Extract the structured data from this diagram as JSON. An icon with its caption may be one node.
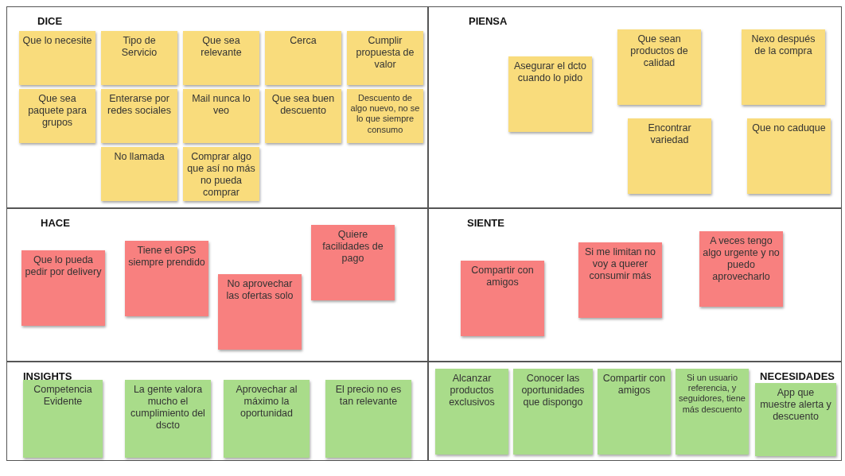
{
  "diagram": {
    "nodes": [
      {
        "text": [
          "DICE"
        ]
      },
      {
        "text": [
          "Que lo necesite"
        ],
        "in": 0
      },
      {
        "text": [
          "Tipo de Servicio"
        ],
        "in": 0
      },
      {
        "text": [
          "Que sea relevante"
        ],
        "in": 0
      },
      {
        "text": [
          "Cerca"
        ],
        "in": 0
      },
      {
        "text": [
          "Cumplir propuesta de valor"
        ],
        "in": 0
      },
      {
        "text": [
          "Que sea paquete para grupos"
        ],
        "in": 0
      },
      {
        "text": [
          "Enterarse por redes sociales"
        ],
        "in": 0
      },
      {
        "text": [
          "Mail nunca lo veo"
        ],
        "in": 0
      },
      {
        "text": [
          "Que sea buen descuento"
        ],
        "in": 0
      },
      {
        "text": [
          "Descuento de algo nuevo, no se lo que siempre consumo"
        ],
        "in": 0
      },
      {
        "text": [
          "No llamada"
        ],
        "in": 0
      },
      {
        "text": [
          "Comprar algo que así no más no pueda comprar"
        ],
        "in": 0
      },
      {
        "text": [
          "PIENSA"
        ]
      },
      {
        "text": [
          "Asegurar el dcto cuando lo pido"
        ],
        "in": 13
      },
      {
        "text": [
          "Que sean productos de calidad"
        ],
        "in": 13
      },
      {
        "text": [
          "Nexo después de la compra"
        ],
        "in": 13
      },
      {
        "text": [
          "Encontrar variedad"
        ],
        "in": 13
      },
      {
        "text": [
          "Que no caduque"
        ],
        "in": 13
      },
      {
        "text": [
          "HACE"
        ]
      },
      {
        "text": [
          "Que lo pueda pedir por delivery"
        ],
        "in": 19
      },
      {
        "text": [
          "Tiene el GPS siempre prendido"
        ],
        "in": 19
      },
      {
        "text": [
          "No aprovechar las ofertas solo"
        ],
        "in": 19
      },
      {
        "text": [
          "Quiere facilidades de pago"
        ],
        "in": 19
      },
      {
        "text": [
          "SIENTE"
        ]
      },
      {
        "text": [
          "Compartir con amigos"
        ],
        "in": 24
      },
      {
        "text": [
          "Si me limitan no voy a querer consumir más"
        ],
        "in": 24
      },
      {
        "text": [
          "A veces tengo algo urgente y no puedo aprovecharlo"
        ],
        "in": 24
      },
      {
        "text": [
          "INSIGHTS"
        ]
      },
      {
        "text": [
          "Competencia Evidente"
        ],
        "in": 28
      },
      {
        "text": [
          "La gente valora mucho el cumplimiento del dscto"
        ],
        "in": 28
      },
      {
        "text": [
          "Aprovechar al máximo la oportunidad"
        ],
        "in": 28
      },
      {
        "text": [
          "El precio no es tan relevante"
        ],
        "in": 28
      },
      {
        "text": [
          "NECESIDADES"
        ]
      },
      {
        "text": [
          "Alcanzar productos exclusivos"
        ],
        "in": 33
      },
      {
        "text": [
          "Conocer las oportunidades que dispongo"
        ],
        "in": 33
      },
      {
        "text": [
          "Compartir con amigos"
        ],
        "in": 33
      },
      {
        "text": [
          "Si un usuario referencia, y seguidores, tiene más descuento"
        ],
        "in": 33
      },
      {
        "text": [
          "App que muestre alerta y descuento"
        ],
        "in": 33
      }
    ]
  }
}
